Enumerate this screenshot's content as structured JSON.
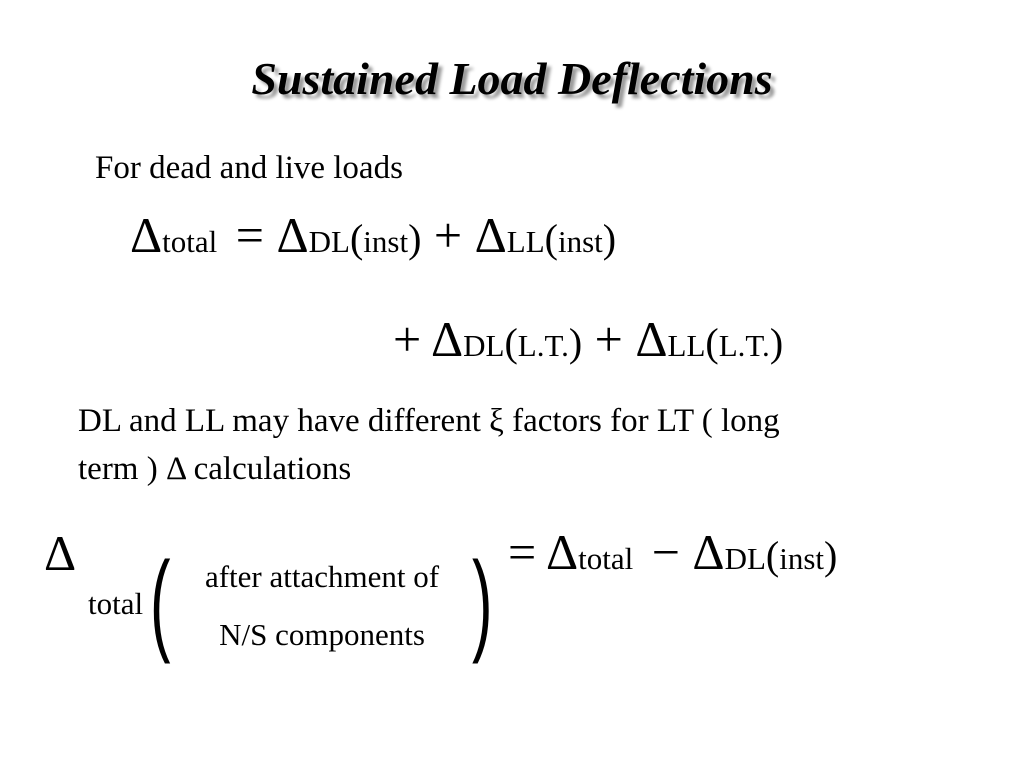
{
  "slide": {
    "title": "Sustained Load Deflections",
    "intro": "For dead and live loads",
    "note_line1": "DL and LL may have different ξ factors for LT ( long",
    "note_line2": "term ) Δ calculations"
  },
  "eq1": {
    "delta": "Δ",
    "sub_total": "total",
    "equals": "=",
    "plus": "+",
    "sub_DL": "DL",
    "sub_LL": "LL",
    "open_paren": "(",
    "close_paren": ")",
    "inst": "inst",
    "lt": "L.T."
  },
  "eq2": {
    "delta": "Δ",
    "sub_total": "total",
    "condition_line1": "after attachment of",
    "condition_line2": "N/S components",
    "equals": "=",
    "minus": "−",
    "sub_DL": "DL",
    "open_paren": "(",
    "close_paren": ")",
    "inst": "inst"
  }
}
